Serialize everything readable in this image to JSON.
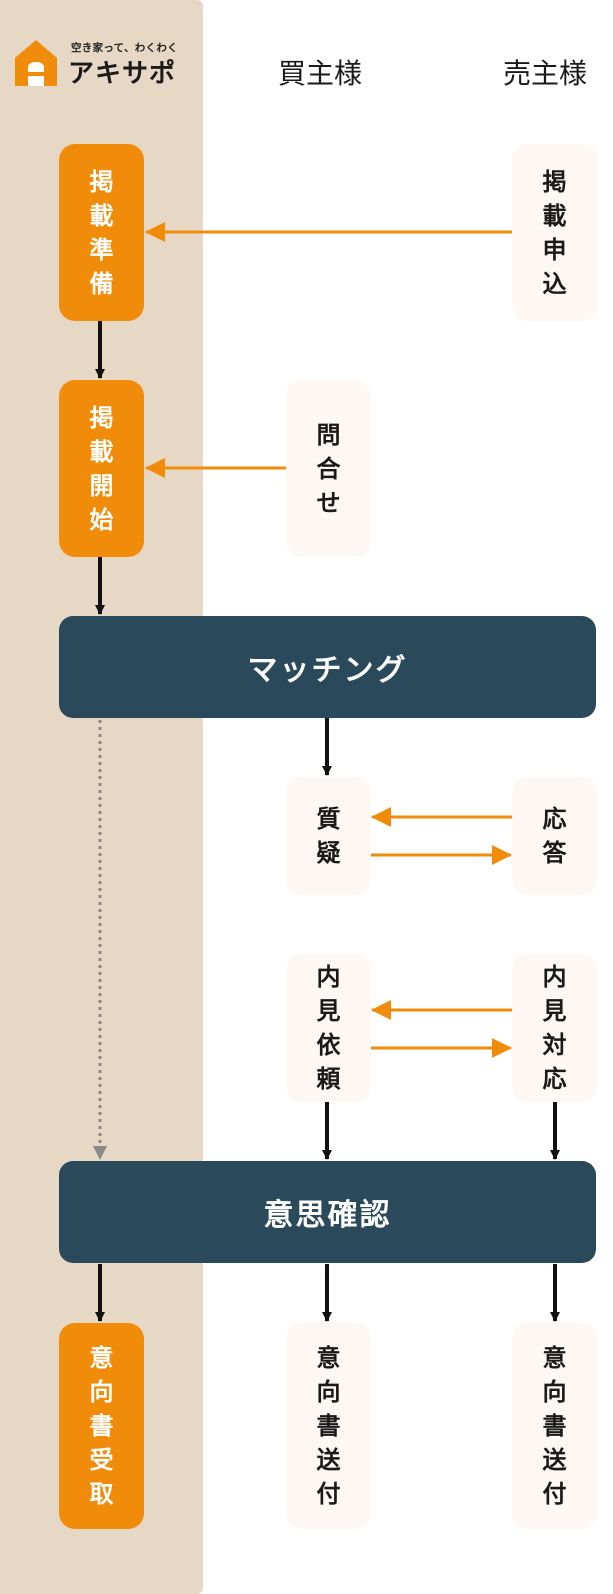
{
  "logo": {
    "tagline": "空き家って、わくわく",
    "name": "アキサポ"
  },
  "columns": {
    "buyer": "買主様",
    "seller": "売主様"
  },
  "boxes": {
    "akisapo_listing_prep": "掲載準備",
    "seller_listing_application": "掲載申込",
    "akisapo_listing_start": "掲載開始",
    "buyer_inquiry": "問合せ",
    "buyer_question": "質疑",
    "seller_answer": "応答",
    "buyer_viewing_request": "内見依頼",
    "seller_viewing_response": "内見対応",
    "akisapo_intent_receipt": "意向書受取",
    "buyer_intent_send": "意向書送付",
    "seller_intent_send": "意向書送付"
  },
  "bars": {
    "matching": "マッチング",
    "intent_confirmation": "意思確認"
  },
  "colors": {
    "accent": "#f18c0a",
    "dark": "#2a4a5c",
    "column_bg": "#e6d8c4",
    "light_box": "#fdf8f3"
  }
}
